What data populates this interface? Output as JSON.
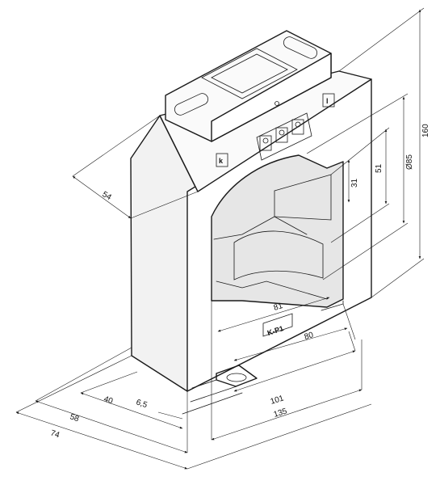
{
  "labels": {
    "terminal_k": "k",
    "terminal_l": "l",
    "plate": "K-P1"
  },
  "dimensions": {
    "d160": "160",
    "d85": "Ø85",
    "d51": "51",
    "d31": "31",
    "d54": "54",
    "d81": "81",
    "d80": "80",
    "d101": "101",
    "d135": "135",
    "d6_5": "6,5",
    "d40": "40",
    "d58": "58",
    "d74": "74"
  }
}
